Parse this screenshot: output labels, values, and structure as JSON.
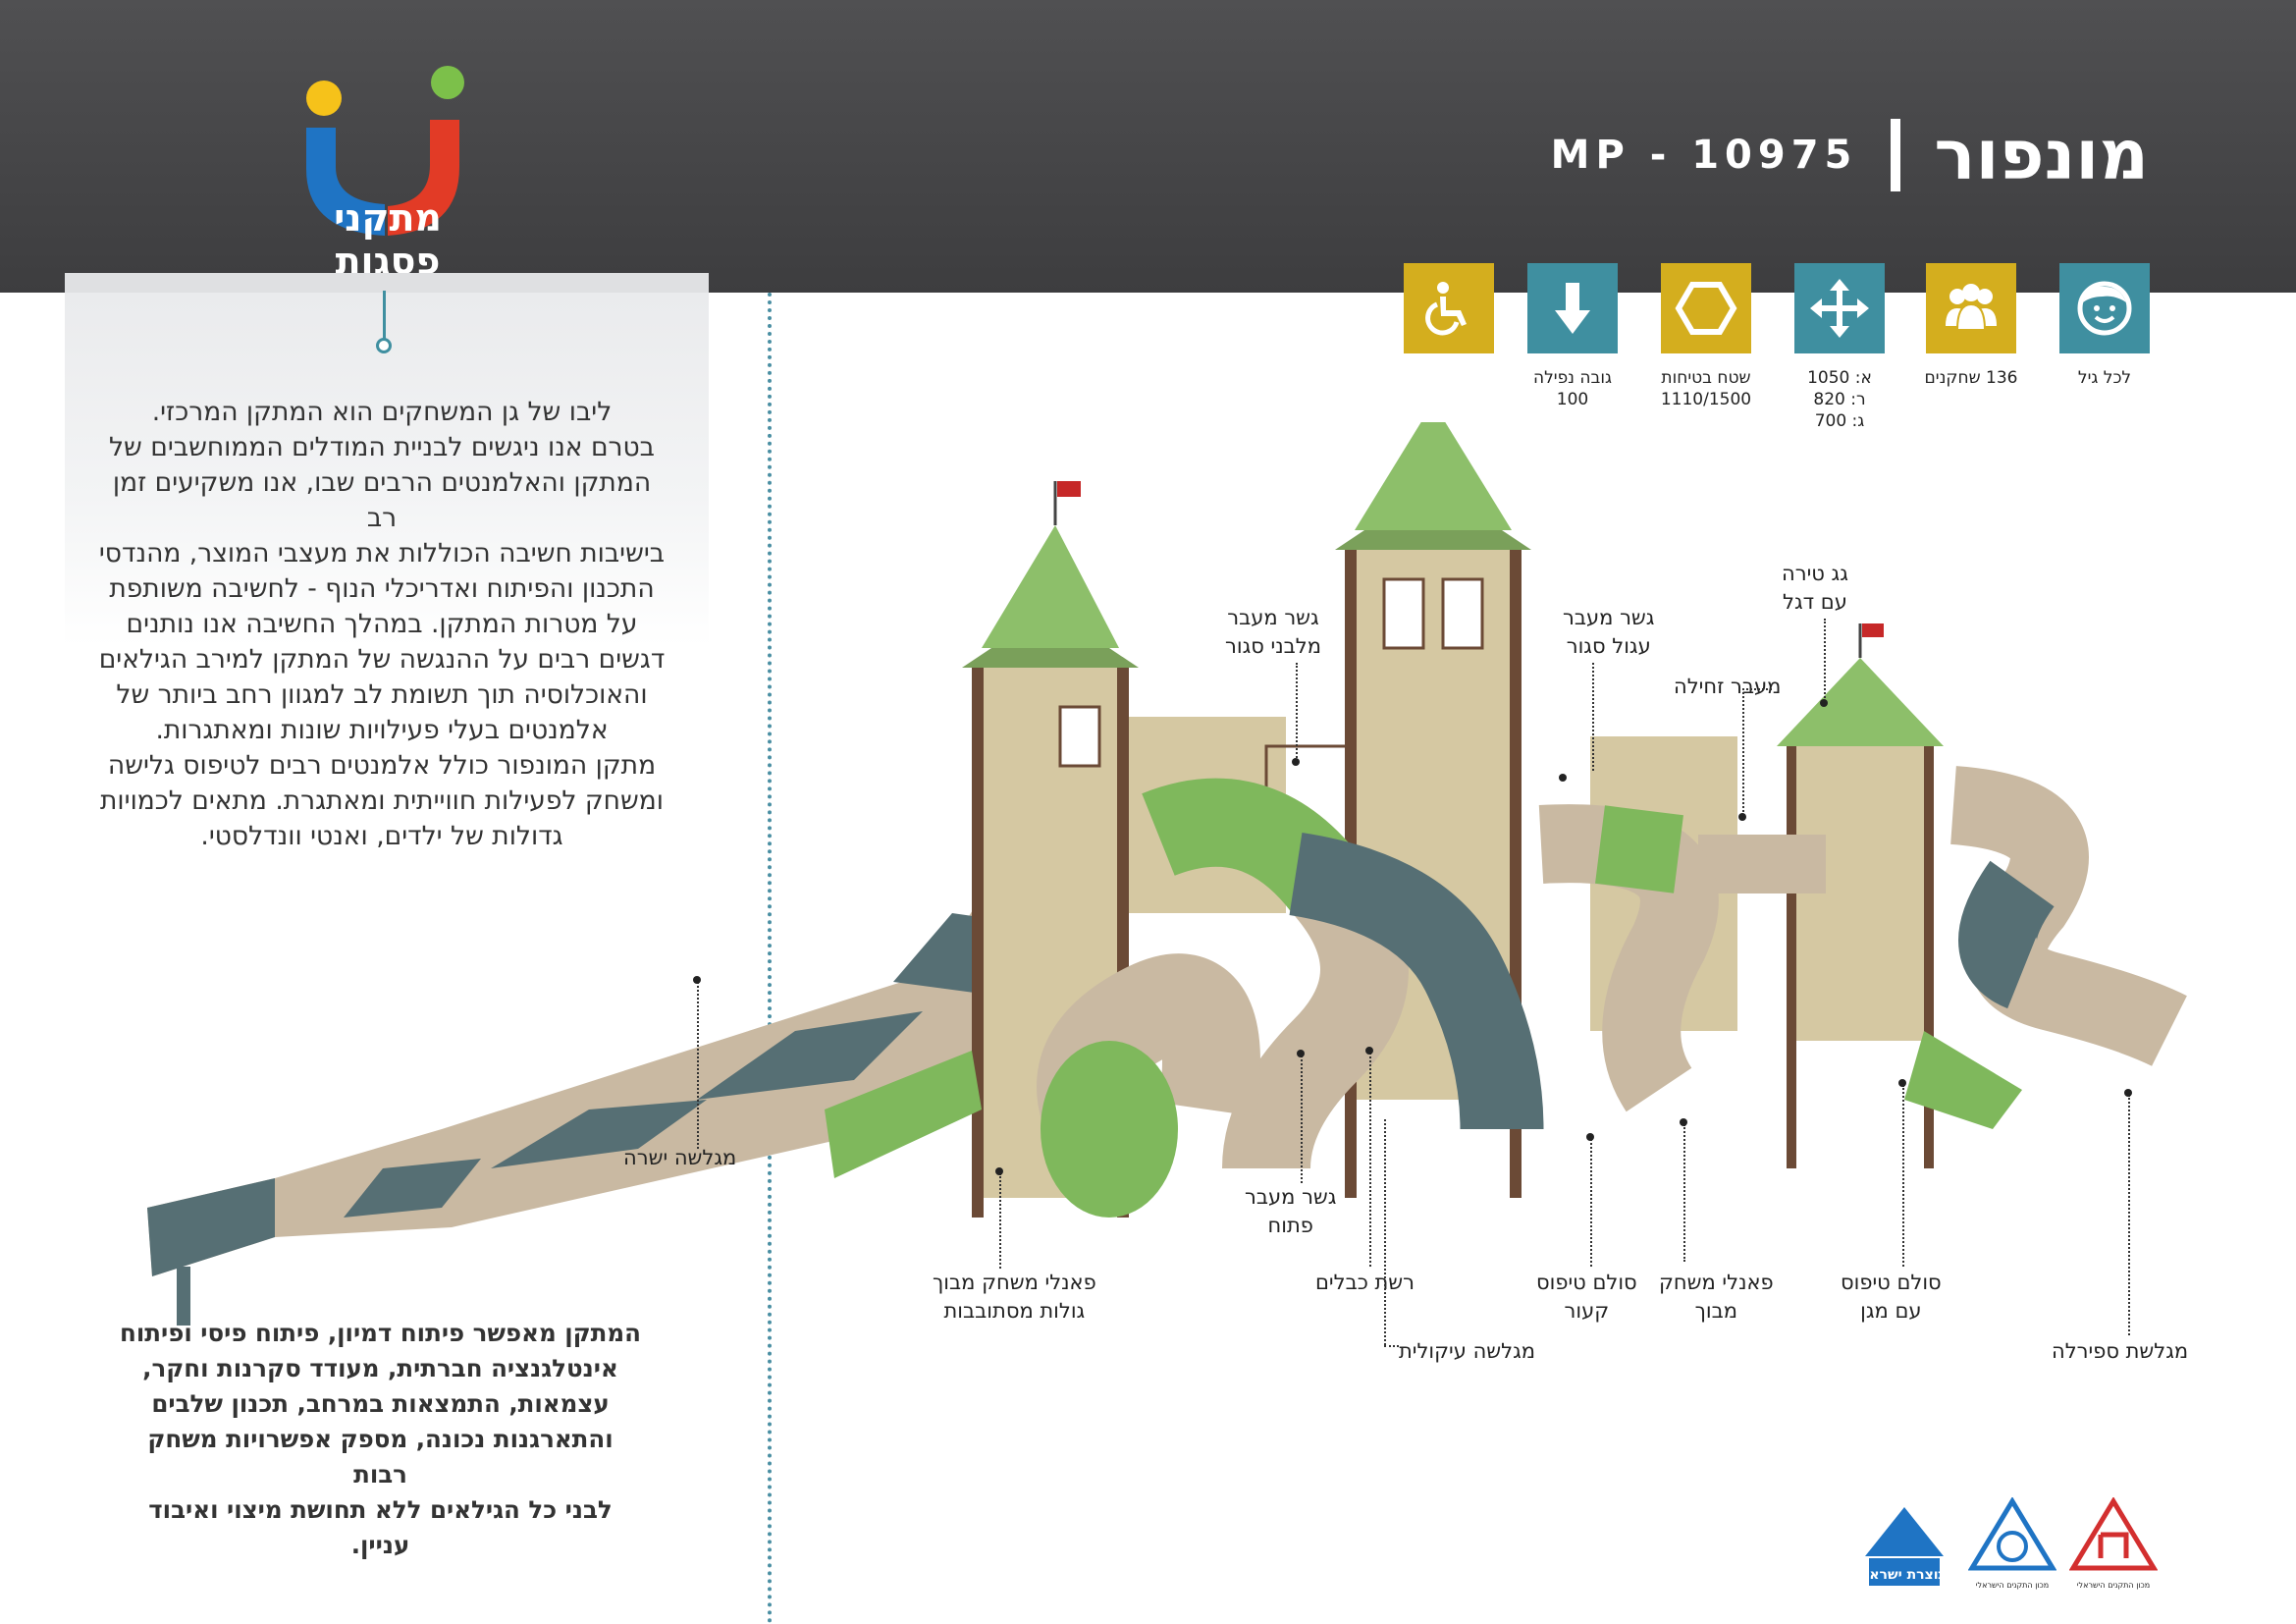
{
  "brand": {
    "name": "מתקני פסגות"
  },
  "product": {
    "name": "מונפור",
    "code": "MP - 10975"
  },
  "colors": {
    "header": "#444446",
    "teal": "#3f8fa0",
    "gold": "#d4ae1e",
    "logo_yellow": "#f6c21a",
    "logo_blue": "#1f74c4",
    "logo_red": "#e23b26",
    "logo_green": "#7cc04a"
  },
  "specs": [
    {
      "icon": "wheelchair-icon",
      "color": "#d4ae1e",
      "label": ""
    },
    {
      "icon": "fall-height-icon",
      "color": "#3f8fa0",
      "label": "גובה נפילה\n100"
    },
    {
      "icon": "safety-area-icon",
      "color": "#d4ae1e",
      "label": "שטח בטיחות\n1110/1500"
    },
    {
      "icon": "dimensions-icon",
      "color": "#3f8fa0",
      "label": "א: 1050\nר: 820\nג: 700"
    },
    {
      "icon": "players-icon",
      "color": "#d4ae1e",
      "label": "136 שחקנים"
    },
    {
      "icon": "all-ages-icon",
      "color": "#3f8fa0",
      "label": "לכל גיל"
    }
  ],
  "intro_text": [
    "ליבו של גן המשחקים הוא המתקן המרכזי.",
    "בטרם אנו ניגשים לבניית המודלים הממוחשבים של",
    "המתקן והאלמנטים הרבים שבו, אנו משקיעים זמן רב",
    "בישיבות חשיבה הכוללות את מעצבי המוצר, מהנדסי",
    "התכנון והפיתוח ואדריכלי הנוף - לחשיבה משותפת",
    "על מטרות המתקן. במהלך החשיבה אנו נותנים",
    "דגשים רבים על ההנגשה של המתקן למירב הגילאים",
    "והאוכלוסיה תוך תשומת לב למגוון רחב ביותר של",
    "אלמנטים בעלי פעילויות שונות ומאתגרות.",
    "מתקן המונפור כולל אלמנטים רבים לטיפוס גלישה",
    "ומשחק לפעילות חווייתית ומאתגרת. מתאים לכמויות",
    "גדולות של ילדים, ואנטי וונדלסטי."
  ],
  "bottom_text": [
    "המתקן מאפשר פיתוח דמיון, פיתוח פיסי ופיתוח",
    "אינטלגנציה חברתית, מעודד סקרנות וחקר,",
    "עצמאות, התמצאות במרחב, תכנון שלבים",
    "והתארגנות נכונה, מספק אפשרויות משחק רבות",
    "לבני כל הגילאים ללא תחושת מיצוי ואיבוד עניין."
  ],
  "callouts": {
    "straight_slide": "מגלשה ישרה",
    "closed_brick_bridge": "גשר מעבר\nמלבני סגור",
    "closed_round_bridge": "גשר מעבר\nעגול סגור",
    "tower_roof_flag": "גג טירה\nעם דגל",
    "crawl_tunnel": "מעבר זחילה",
    "open_bridge": "גשר מעבר\nפתוח",
    "maze_panels_balls": "פאנלי משחק מבוך\nגולות מסתובבות",
    "cable_net": "רשת כבלים",
    "curved_slide": "מגלשה עיקולית",
    "curved_ladder": "סולם טיפוס\nקעור",
    "maze_panels": "פאנלי משחק\nמבוך",
    "shield_ladder": "סולם טיפוס\nעם מגן",
    "spiral_slide": "מגלשת ספירלה"
  },
  "certifications": [
    {
      "name": "made-in-israel-logo",
      "text": "תוצרת ישראל"
    },
    {
      "name": "sii-standard-logo",
      "text": "מכון התקנים הישראלי"
    },
    {
      "name": "sii-mark-logo",
      "text": "מכון התקנים הישראלי"
    }
  ]
}
